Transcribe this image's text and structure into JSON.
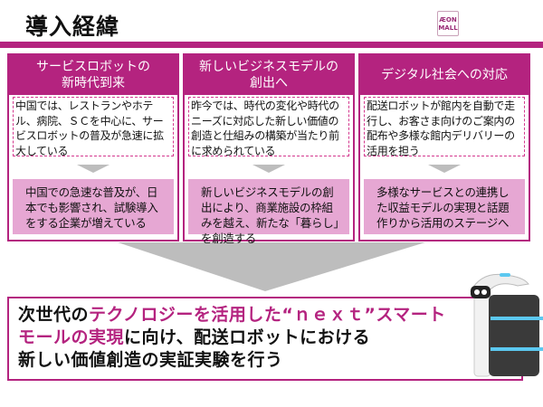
{
  "title": "導入経緯",
  "logo": {
    "line1": "ÆON",
    "line2": "MALL"
  },
  "columns": [
    {
      "header": "サービスロボットの\n新時代到来",
      "detail": "中国では、レストランやホテル、病院、ＳＣを中心に、サービスロボットの普及が急速に拡大している",
      "result": "中国での急速な普及が、日本でも影響され、試験導入をする企業が増えている"
    },
    {
      "header": "新しいビジネスモデルの\n創出へ",
      "detail": "昨今では、時代の変化や時代のニーズに対応した新しい価値の創造と仕組みの構築が当たり前に求められている",
      "result": "新しいビジネスモデルの創出により、商業施設の枠組みを越え、新たな「暮らし」を創造する"
    },
    {
      "header": "デジタル社会への対応",
      "detail": "配送ロボットが館内を自動で走行し、お客さま向けのご案内の配布や多様な館内デリバリーの活用を担う",
      "result": "多様なサービスとの連携した収益モデルの実現と話題作りから活用のステージへ"
    }
  ],
  "conclusion": {
    "p1": "次世代の",
    "p2": "テクノロジーを活用した“ｎｅｘｔ”スマート",
    "p3": "モールの実現",
    "p4": "に向け、配送ロボットにおける",
    "p5": "新しい価値創造の実証実験を行う"
  },
  "colors": {
    "accent": "#b4237f",
    "pink": "#e6a7d3",
    "arrow": "#bdbdbd"
  }
}
